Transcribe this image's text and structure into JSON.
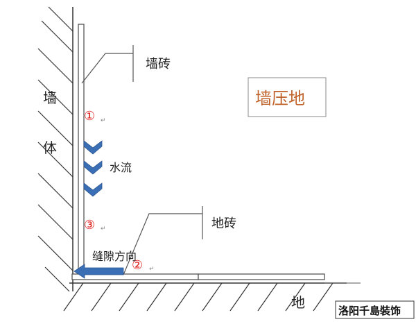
{
  "labels": {
    "wall_top": "墙",
    "wall_bottom": "体",
    "wall_tile": "墙砖",
    "floor_tile": "地砖",
    "water_flow": "水流",
    "gap_direction": "缝隙方向",
    "floor": "地",
    "title_box": "墙压地",
    "watermark": "洛阳千島裝饰"
  },
  "markers": {
    "m1": "①",
    "m2": "②",
    "m3": "③",
    "return_mark": "↵"
  },
  "colors": {
    "title_text": "#c0622a",
    "marker_red": "#e0201c",
    "arrow_blue": "#3a6fb5",
    "arrow_blue_dark": "#2b5590",
    "line": "#555555",
    "hatch": "#333333"
  }
}
